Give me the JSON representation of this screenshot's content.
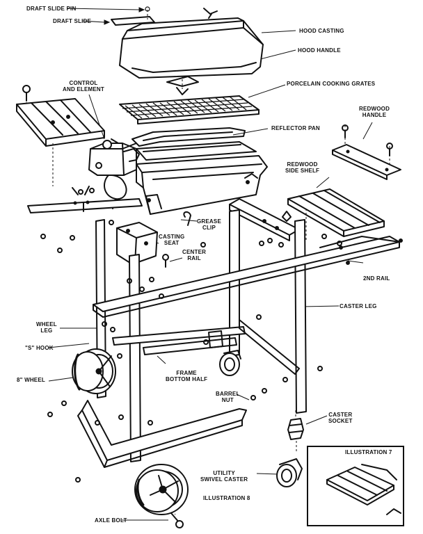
{
  "labels": {
    "draft_slide_pin": "DRAFT SLIDE PIN",
    "draft_slide": "DRAFT SLIDE",
    "hood_casting": "HOOD CASTING",
    "hood_handle": "HOOD HANDLE",
    "control_and_element": "CONTROL\nAND ELEMENT",
    "porcelain_cooking_grates": "PORCELAIN COOKING GRATES",
    "redwood_handle": "REDWOOD\nHANDLE",
    "reflector_pan": "REFLECTOR PAN",
    "redwood_side_shelf": "REDWOOD\nSIDE SHELF",
    "grease_clip": "GREASE\nCLIP",
    "casting_seat": "CASTING\nSEAT",
    "center_rail": "CENTER\nRAIL",
    "second_rail": "2ND RAIL",
    "caster_leg": "CASTER LEG",
    "wheel_leg": "WHEEL\nLEG",
    "s_hook": "\"S\" HOOK",
    "wheel": "8\" WHEEL",
    "frame_bottom_half": "FRAME\nBOTTOM HALF",
    "barrel_nut": "BARREL\nNUT",
    "caster_socket": "CASTER\nSOCKET",
    "illustration_7": "ILLUSTRATION 7",
    "utility_swivel_caster": "UTILITY\nSWIVEL CASTER",
    "illustration_8": "ILLUSTRATION 8",
    "axle_bolt": "AXLE BOLT"
  },
  "colors": {
    "ink": "#111111",
    "paper": "#ffffff"
  }
}
